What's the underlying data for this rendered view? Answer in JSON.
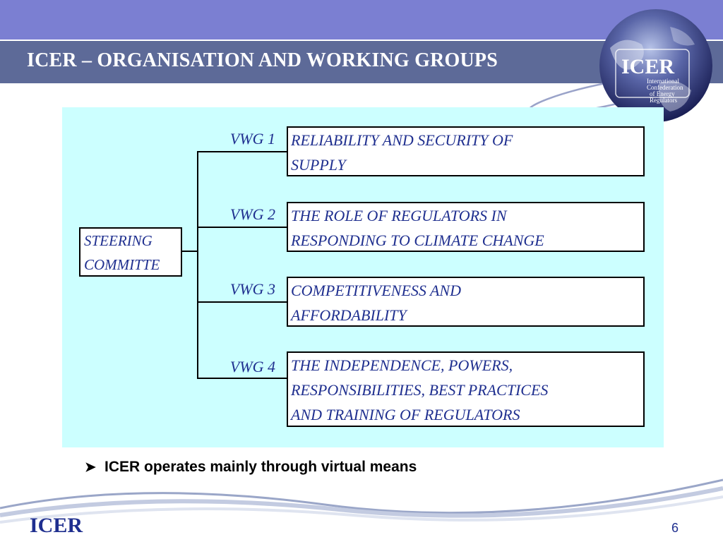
{
  "slide": {
    "title": "ICER – ORGANISATION AND WORKING GROUPS",
    "page_number": "6",
    "footer_brand": "ICER"
  },
  "logo": {
    "name": "ICER",
    "tagline_lines": [
      "International",
      "Confederation",
      "of Energy",
      "Regulators"
    ]
  },
  "diagram": {
    "root": "STEERING COMMITTE",
    "root_lines": [
      "STEERING",
      "COMMITTE"
    ],
    "groups": [
      {
        "id": "VWG 1",
        "lines": [
          "RELIABILITY AND SECURITY OF",
          "SUPPLY"
        ]
      },
      {
        "id": "VWG 2",
        "lines": [
          "THE ROLE OF REGULATORS IN",
          "RESPONDING TO CLIMATE CHANGE"
        ]
      },
      {
        "id": "VWG 3",
        "lines": [
          "COMPETITIVENESS AND",
          "AFFORDABILITY"
        ]
      },
      {
        "id": "VWG 4",
        "lines": [
          "THE INDEPENDENCE, POWERS,",
          "RESPONSIBILITIES, BEST PRACTICES",
          "AND TRAINING OF REGULATORS"
        ]
      }
    ]
  },
  "bullets": [
    "ICER operates mainly through virtual means"
  ],
  "colors": {
    "title_band": "#5d6a98",
    "top_band": "#7b7fd2",
    "diagram_background": "#ccffff",
    "text_blue": "#1f2f8f"
  }
}
